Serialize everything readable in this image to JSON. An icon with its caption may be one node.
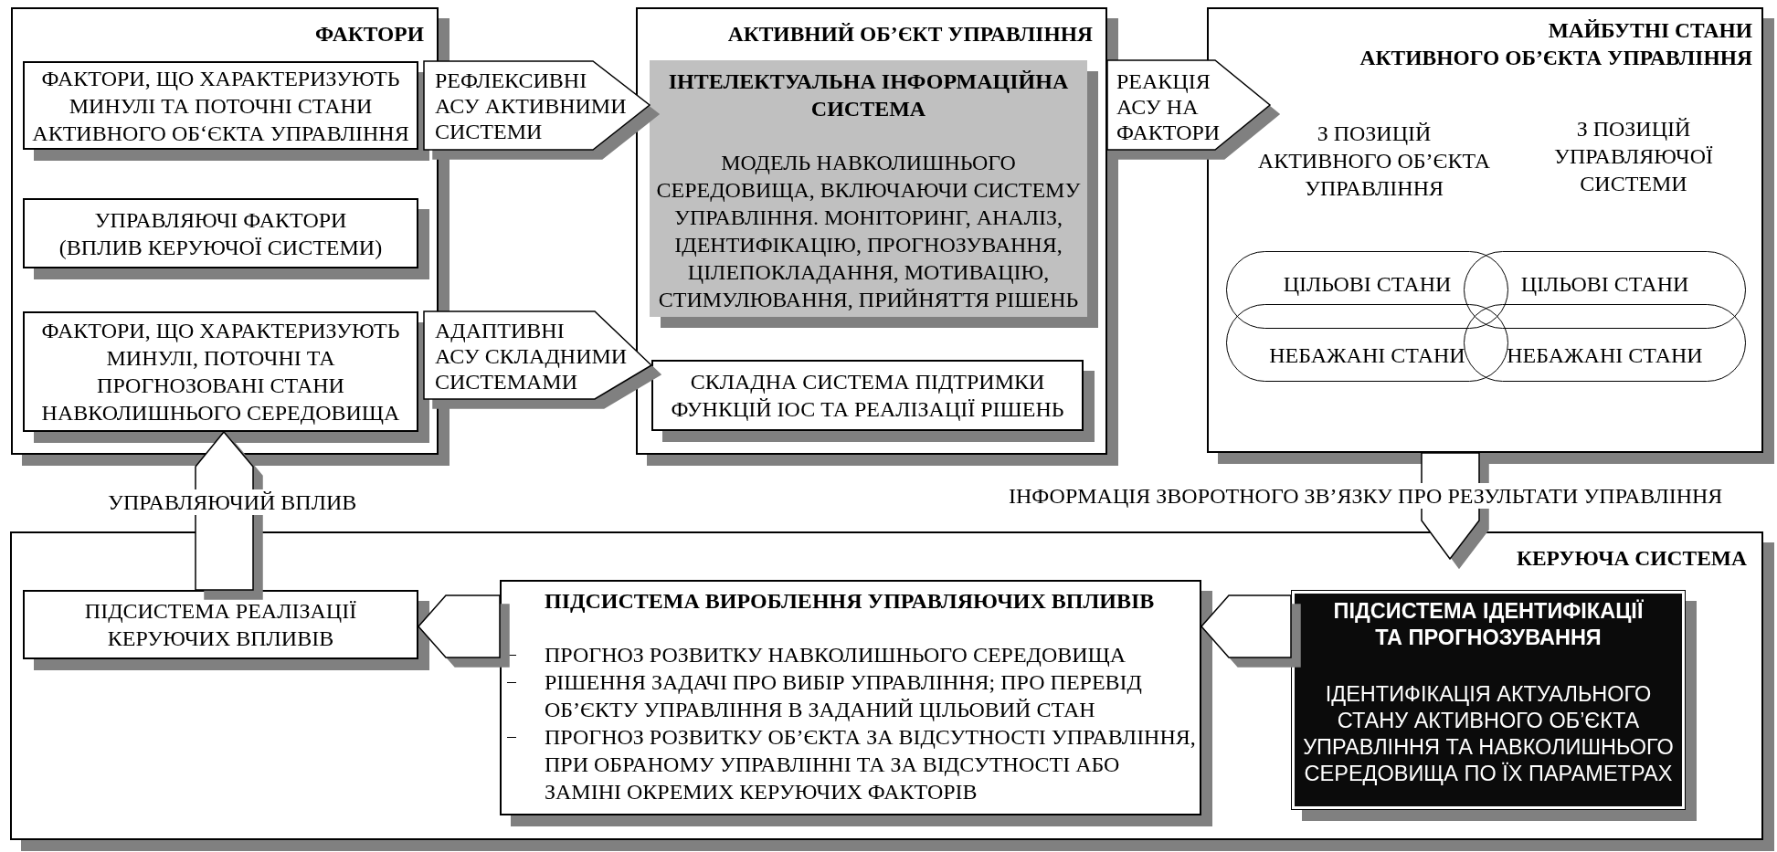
{
  "diagram": {
    "nodes": [
      {
        "text": [
          "ФАКТОРИ"
        ]
      },
      {
        "text": [
          "ФАКТОРИ, ЩО ХАРАКТЕРИЗУЮТЬ МИНУЛІ ТА ПОТОЧНІ СТАНИ АКТИВНОГО ОБ‘ЄКТА УПРАВЛІННЯ"
        ],
        "in": 0
      },
      {
        "text": [
          "УПРАВЛЯЮЧІ ФАКТОРИ (ВПЛИВ КЕРУЮЧОЇ СИСТЕМИ)"
        ],
        "in": 0
      },
      {
        "text": [
          "ФАКТОРИ, ЩО ХАРАКТЕРИЗУЮТЬ МИНУЛІ, ПОТОЧНІ ТА ПРОГНОЗОВАНІ СТАНИ НАВКОЛИШНЬОГО СЕРЕДОВИЩА"
        ],
        "in": 0
      },
      {
        "text": [
          "АКТИВНИЙ ОБ’ЄКТ УПРАВЛІННЯ"
        ]
      },
      {
        "text": [
          "ІНТЕЛЕКТУАЛЬНА ІНФОРМАЦІЙНА СИСТЕМА",
          "МОДЕЛЬ НАВКОЛИШНЬОГО СЕРЕДОВИЩА, ВКЛЮЧАЮЧИ СИСТЕМУ УПРАВЛІННЯ. МОНІТОРИНГ, АНАЛІЗ, ІДЕНТИФІКАЦІЮ, ПРОГНОЗУВАННЯ, ЦІЛЕПОКЛАДАННЯ, МОТИВАЦІЮ, СТИМУЛЮВАННЯ, ПРИЙНЯТТЯ РІШЕНЬ"
        ],
        "in": 4
      },
      {
        "text": [
          "СКЛАДНА СИСТЕМА ПІДТРИМКИ ФУНКЦІЙ ІОС ТА РЕАЛІЗАЦІЇ РІШЕНЬ"
        ],
        "in": 4
      },
      {
        "text": [
          "МАЙБУТНІ СТАНИ АКТИВНОГО ОБ’ЄКТА УПРАВЛІННЯ",
          "З ПОЗИЦІЙ АКТИВНОГО ОБ’ЄКТА УПРАВЛІННЯ",
          "З ПОЗИЦІЙ УПРАВЛЯЮЧОЇ СИСТЕМИ"
        ]
      },
      {
        "text": [
          "ЦІЛЬОВІ СТАНИ"
        ],
        "in": 7
      },
      {
        "text": [
          "ЦІЛЬОВІ СТАНИ"
        ],
        "in": 7
      },
      {
        "text": [
          "НЕБАЖАНІ СТАНИ"
        ],
        "in": 7
      },
      {
        "text": [
          "НЕБАЖАНІ СТАНИ"
        ],
        "in": 7
      },
      {
        "text": [
          "КЕРУЮЧА СИСТЕМА"
        ]
      },
      {
        "text": [
          "ПІДСИСТЕМА РЕАЛІЗАЦІЇ КЕРУЮЧИХ ВПЛИВІВ"
        ],
        "in": 12
      },
      {
        "text": [
          "ПІДСИСТЕМА ВИРОБЛЕННЯ УПРАВЛЯЮЧИХ ВПЛИВІВ",
          "ПРОГНОЗ РОЗВИТКУ НАВКОЛИШНЬОГО СЕРЕДОВИЩА",
          "РІШЕННЯ ЗАДАЧІ ПРО ВИБІР УПРАВЛІННЯ; ПРО ПЕРЕВІД ОБ’ЄКТУ УПРАВЛІННЯ В ЗАДАНИЙ ЦІЛЬОВИЙ СТАН",
          "ПРОГНОЗ РОЗВИТКУ ОБ’ЄКТА ЗА ВІДСУТНОСТІ УПРАВЛІННЯ, ПРИ ОБРАНОМУ УПРАВЛІННІ ТА ЗА ВІДСУТНОСТІ АБО ЗАМІНІ ОКРЕМИХ КЕРУЮЧИХ ФАКТОРІВ"
        ],
        "in": 12
      },
      {
        "text": [
          "ПІДСИСТЕМА ІДЕНТИФІКАЦІЇ ТА ПРОГНОЗУВАННЯ",
          "ІДЕНТИФІКАЦІЯ АКТУАЛЬНОГО СТАНУ АКТИВНОГО ОБ’ЄКТА УПРАВЛІННЯ ТА НАВКОЛИШНЬОГО СЕРЕДОВИЩА ПО ЇХ ПАРАМЕТРАХ"
        ],
        "in": 12
      }
    ],
    "edges": [
      {
        "from": 1,
        "to": 5,
        "label": "РЕФЛЕКСИВНІ АСУ АКТИВНИМИ СИСТЕМИ",
        "arrow": "to"
      },
      {
        "from": 3,
        "to": 6,
        "label": "АДАПТИВНІ АСУ СКЛАДНИМИ СИСТЕМАМИ",
        "arrow": "to"
      },
      {
        "from": 4,
        "to": 7,
        "label": "РЕАКЦІЯ АСУ НА ФАКТОРИ",
        "arrow": "to"
      },
      {
        "from": 7,
        "to": 12,
        "label": "ІНФОРМАЦІЯ ЗВОРОТНОГО ЗВ’ЯЗКУ ПРО РЕЗУЛЬТАТИ УПРАВЛІННЯ",
        "arrow": "to"
      },
      {
        "from": 13,
        "to": 3,
        "label": "УПРАВЛЯЮЧИЙ ВПЛИВ",
        "arrow": "to"
      },
      {
        "from": 14,
        "to": 13,
        "arrow": "to"
      },
      {
        "from": 15,
        "to": 14,
        "arrow": "to"
      }
    ]
  }
}
